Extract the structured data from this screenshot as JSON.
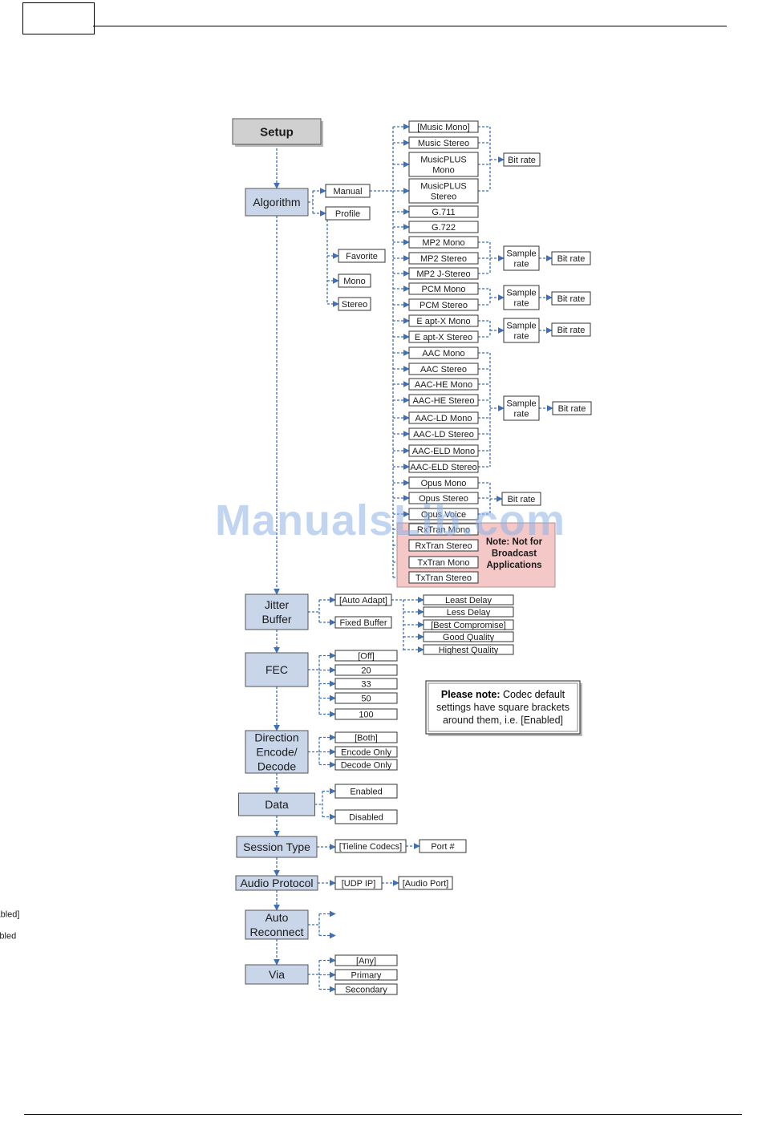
{
  "watermark": "ManualsLib.com",
  "nodes": {
    "setup": "Setup",
    "algorithm": "Algorithm",
    "jitter": [
      "Jitter",
      "Buffer"
    ],
    "fec": "FEC",
    "direction": [
      "Direction",
      "Encode/",
      "Decode"
    ],
    "data": "Data",
    "session_type": "Session Type",
    "audio_protocol": "Audio Protocol",
    "auto_reconnect": [
      "Auto",
      "Reconnect"
    ],
    "via": "Via"
  },
  "algorithm_modes": [
    "Manual",
    "Profile"
  ],
  "profile_options": [
    "Favorite",
    "Mono",
    "Stereo"
  ],
  "codecs": [
    [
      "[Music Mono]"
    ],
    [
      "Music Stereo"
    ],
    [
      "MusicPLUS",
      "Mono"
    ],
    [
      "MusicPLUS",
      "Stereo"
    ],
    [
      "G.711"
    ],
    [
      "G.722"
    ],
    [
      "MP2 Mono"
    ],
    [
      "MP2 Stereo"
    ],
    [
      "MP2 J-Stereo"
    ],
    [
      "PCM Mono"
    ],
    [
      "PCM Stereo"
    ],
    [
      "E apt-X Mono"
    ],
    [
      "E apt-X Stereo"
    ],
    [
      "AAC Mono"
    ],
    [
      "AAC Stereo"
    ],
    [
      "AAC-HE Mono"
    ],
    [
      "AAC-HE Stereo"
    ],
    [
      "AAC-LD Mono"
    ],
    [
      "AAC-LD Stereo"
    ],
    [
      "AAC-ELD Mono"
    ],
    [
      "AAC-ELD Stereo"
    ],
    [
      "Opus Mono"
    ],
    [
      "Opus Stereo"
    ],
    [
      "Opus Voice"
    ],
    [
      "RxTran Mono"
    ],
    [
      "RxTran Stereo"
    ],
    [
      "TxTran Mono"
    ],
    [
      "TxTran Stereo"
    ]
  ],
  "rate_labels": {
    "bit_rate": "Bit rate",
    "sample_rate": [
      "Sample",
      "rate"
    ]
  },
  "note_not_broadcast": [
    "Note: Not for",
    "Broadcast",
    "Applications"
  ],
  "jitter_options": [
    "[Auto Adapt]",
    "Fixed Buffer"
  ],
  "jitter_adapt_options": [
    "Least Delay",
    "Less Delay",
    "[Best Compromise]",
    "Good Quality",
    "Highest Quality"
  ],
  "fec_options": [
    "[Off]",
    "20",
    "33",
    "50",
    "100"
  ],
  "direction_options": [
    "[Both]",
    "Encode Only",
    "Decode Only"
  ],
  "data_options": [
    "Enabled",
    "Disabled"
  ],
  "session_options": [
    "[Tieline Codecs]",
    "Port #"
  ],
  "protocol_options": [
    "[UDP IP]",
    "[Audio Port]"
  ],
  "reconnect_options": [
    "[Disabled]",
    "Enabled"
  ],
  "via_options": [
    "[Any]",
    "Primary",
    "Secondary"
  ],
  "please_note": [
    "Please note:",
    "Codec default",
    "settings have square brackets",
    "around them, i.e. [Enabled]"
  ],
  "colors": {
    "connector": "#3f6fb5",
    "main_fill": "#c9d5e8",
    "setup_fill": "#d0d0d0",
    "note_fill": "#f5c8c8"
  }
}
